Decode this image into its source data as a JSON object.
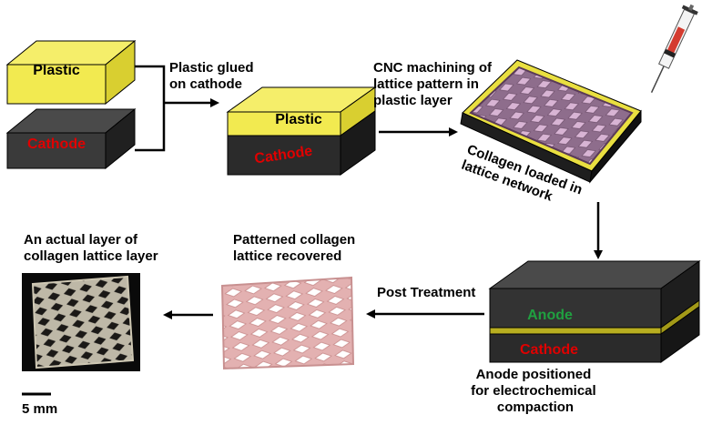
{
  "blocks": {
    "plastic_label": "Plastic",
    "cathode_label": "Cathode",
    "anode_label": "Anode"
  },
  "steps": {
    "glue": [
      "Plastic glued",
      "on cathode"
    ],
    "cnc": [
      "CNC machining of",
      "lattice pattern in",
      "plastic layer"
    ],
    "loaded": [
      "Collagen loaded in",
      "lattice network"
    ],
    "positioned": [
      "Anode positioned",
      "for electrochemical",
      "compaction"
    ],
    "post_treatment": "Post Treatment",
    "recovered": [
      "Patterned collagen",
      "lattice recovered"
    ],
    "actual": [
      "An actual layer of",
      "collagen lattice layer"
    ]
  },
  "scale_bar": "5 mm",
  "colors": {
    "plastic": "#f2ea50",
    "cathode_text": "#e00000",
    "anode_text": "#20a040",
    "block_dark": "#2b2b2b",
    "collagen": "#e8b8b8",
    "lattice_frame": "#9a7a95"
  },
  "icons": [
    "syringe-icon",
    "arrow-icon"
  ]
}
